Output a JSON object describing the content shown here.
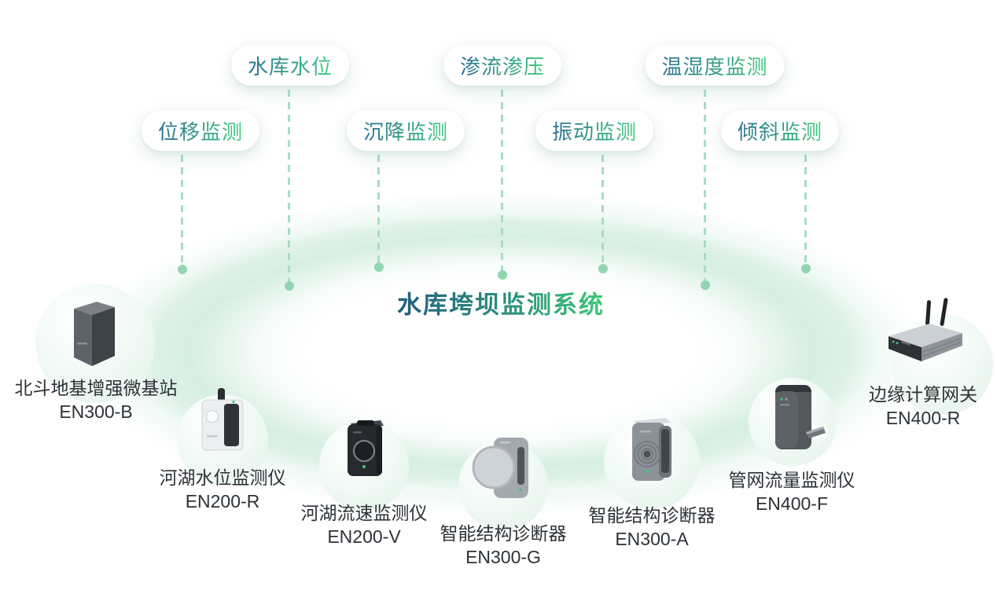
{
  "title": "水库垮坝监测系统",
  "monitoring_tags": [
    {
      "label": "位移监测"
    },
    {
      "label": "水库水位"
    },
    {
      "label": "沉降监测"
    },
    {
      "label": "渗流渗压"
    },
    {
      "label": "振动监测"
    },
    {
      "label": "温湿度监测"
    },
    {
      "label": "倾斜监测"
    }
  ],
  "devices": [
    {
      "name": "北斗地基增强微基站",
      "model": "EN300-B"
    },
    {
      "name": "河湖水位监测仪",
      "model": "EN200-R"
    },
    {
      "name": "河湖流速监测仪",
      "model": "EN200-V"
    },
    {
      "name": "智能结构诊断器",
      "model": "EN300-G"
    },
    {
      "name": "智能结构诊断器",
      "model": "EN300-A"
    },
    {
      "name": "管网流量监测仪",
      "model": "EN400-F"
    },
    {
      "name": "边缘计算网关",
      "model": "EN400-R"
    }
  ],
  "colors": {
    "accent_green": "#3fca7c",
    "accent_teal": "#2b7193",
    "dashed_line": "#a7ddc3",
    "ring_band": "#d5eee1",
    "label_text": "#2d3237",
    "pill_background": "#ffffff"
  }
}
